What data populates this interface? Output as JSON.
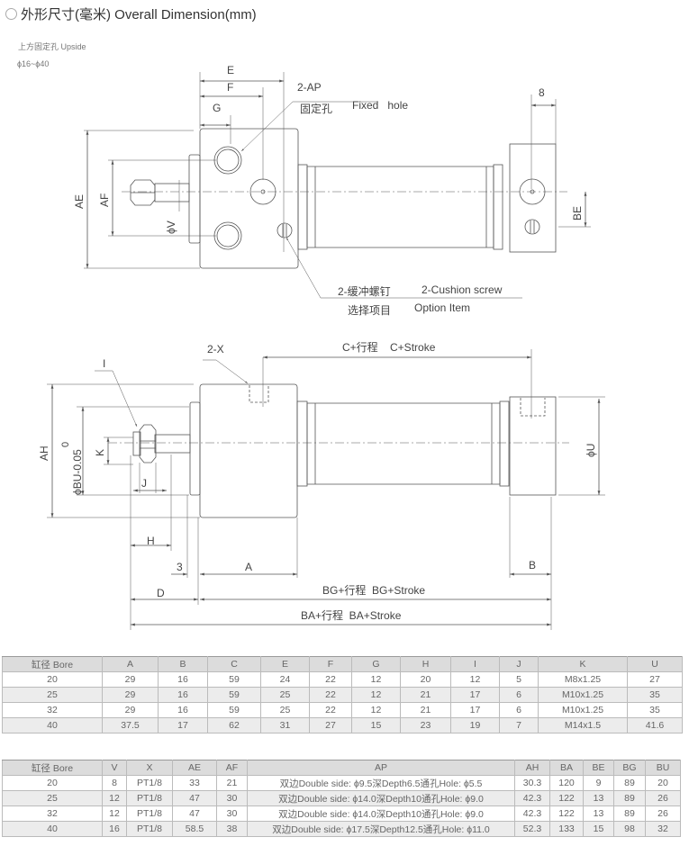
{
  "header": {
    "title": "外形尺寸(毫米) Overall Dimension(mm)",
    "icon": "search-icon",
    "subtitle": "上方固定孔  Upside",
    "range": "ϕ16~ϕ40"
  },
  "drawing_top": {
    "E": "E",
    "F": "F",
    "G": "G",
    "AE": "AE",
    "AF": "AF",
    "V": "ϕV",
    "BE": "BE",
    "eight": "8",
    "ap": "2-AP",
    "fixed_cn": "固定孔",
    "fixed_en": "Fixed   hole",
    "cushion_cn": "2-缓冲螺钉",
    "cushion_en": "2-Cushion screw",
    "option_cn": "选择项目",
    "option_en": "Option Item"
  },
  "drawing_side": {
    "X": "2-X",
    "I": "I",
    "AH": "AH",
    "BU": "ϕBU-0.05",
    "BU_tol": "0",
    "K": "K",
    "J": "J",
    "H": "H",
    "three": "3",
    "D": "D",
    "A": "A",
    "B": "B",
    "U": "ϕU",
    "C": "C+行程    C+Stroke",
    "BG": "BG+行程  BG+Stroke",
    "BA": "BA+行程  BA+Stroke"
  },
  "table1": {
    "headers": [
      "缸径  Bore",
      "A",
      "B",
      "C",
      "E",
      "F",
      "G",
      "H",
      "I",
      "J",
      "K",
      "U"
    ],
    "rows": [
      [
        "20",
        "29",
        "16",
        "59",
        "24",
        "22",
        "12",
        "20",
        "12",
        "5",
        "M8x1.25",
        "27"
      ],
      [
        "25",
        "29",
        "16",
        "59",
        "25",
        "22",
        "12",
        "21",
        "17",
        "6",
        "M10x1.25",
        "35"
      ],
      [
        "32",
        "29",
        "16",
        "59",
        "25",
        "22",
        "12",
        "21",
        "17",
        "6",
        "M10x1.25",
        "35"
      ],
      [
        "40",
        "37.5",
        "17",
        "62",
        "31",
        "27",
        "15",
        "23",
        "19",
        "7",
        "M14x1.5",
        "41.6"
      ]
    ]
  },
  "table2": {
    "headers": [
      "缸径  Bore",
      "V",
      "X",
      "AE",
      "AF",
      "AP",
      "AH",
      "BA",
      "BE",
      "BG",
      "BU"
    ],
    "rows": [
      [
        "20",
        "8",
        "PT1/8",
        "33",
        "21",
        "双边Double side: ϕ9.5深Depth6.5通孔Hole: ϕ5.5",
        "30.3",
        "120",
        "9",
        "89",
        "20"
      ],
      [
        "25",
        "12",
        "PT1/8",
        "47",
        "30",
        "双边Double side: ϕ14.0深Depth10通孔Hole: ϕ9.0",
        "42.3",
        "122",
        "13",
        "89",
        "26"
      ],
      [
        "32",
        "12",
        "PT1/8",
        "47",
        "30",
        "双边Double side: ϕ14.0深Depth10通孔Hole: ϕ9.0",
        "42.3",
        "122",
        "13",
        "89",
        "26"
      ],
      [
        "40",
        "16",
        "PT1/8",
        "58.5",
        "38",
        "双边Double side: ϕ17.5深Depth12.5通孔Hole: ϕ11.0",
        "52.3",
        "133",
        "15",
        "98",
        "32"
      ]
    ]
  }
}
